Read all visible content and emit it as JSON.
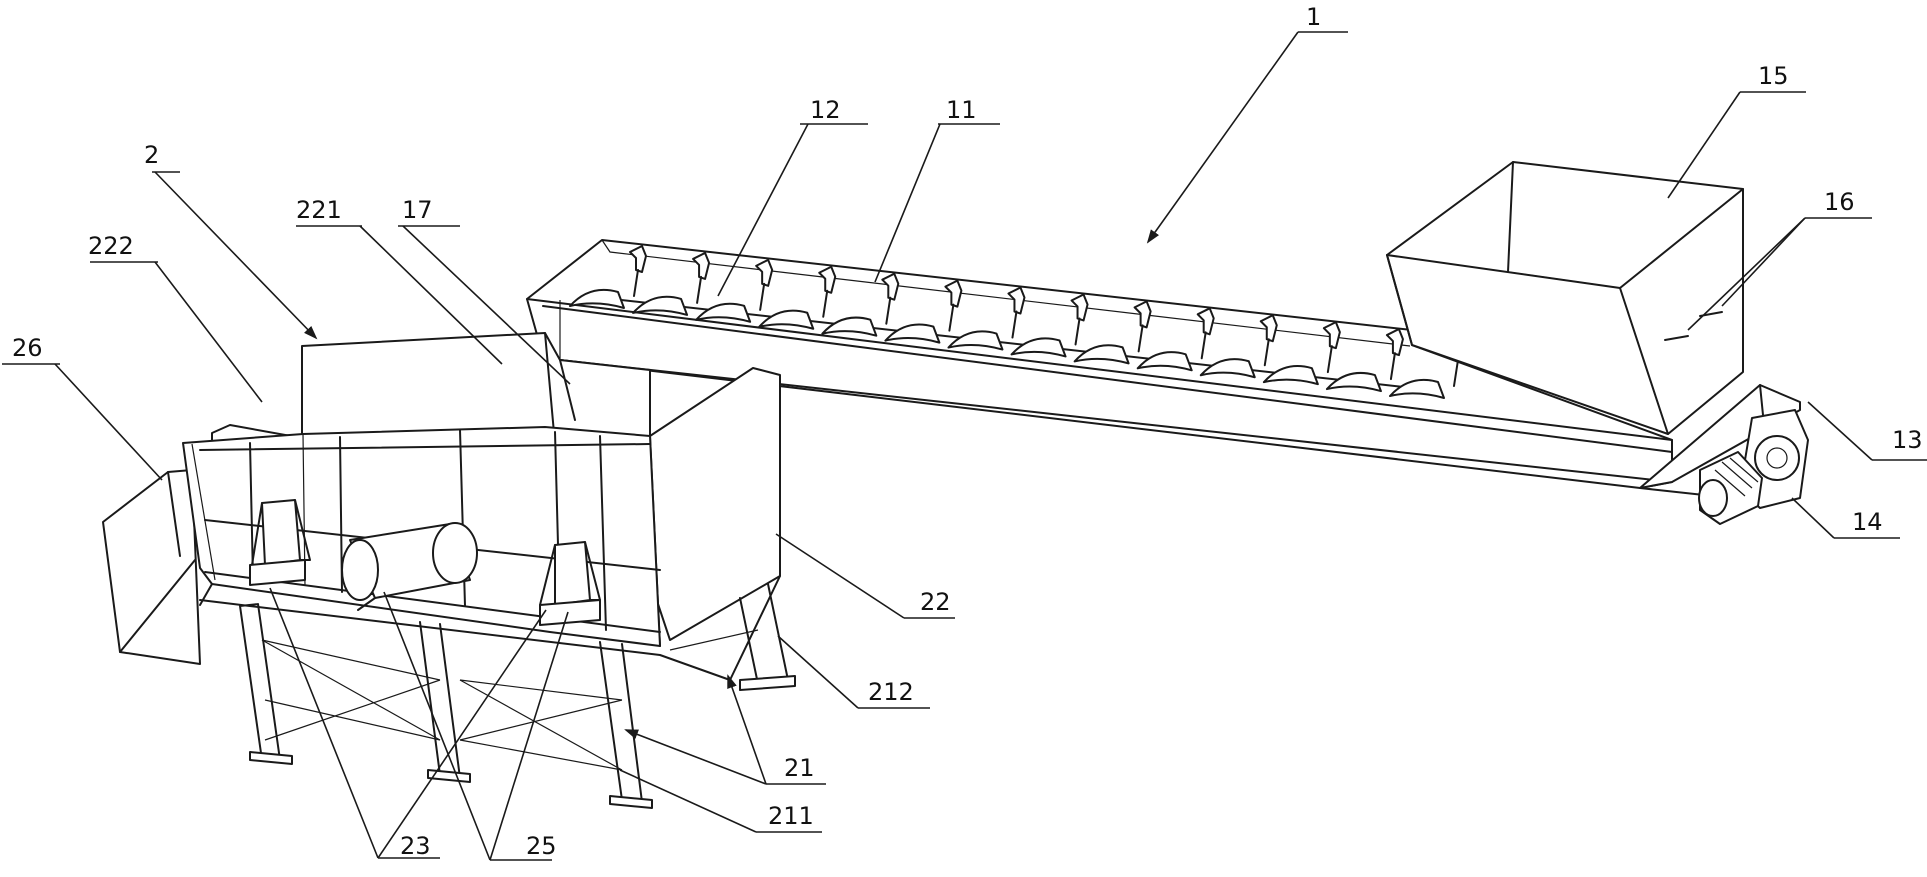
{
  "labels": {
    "l1": "1",
    "l2": "2",
    "l11": "11",
    "l12": "12",
    "l13": "13",
    "l14": "14",
    "l15": "15",
    "l16": "16",
    "l17": "17",
    "l21": "21",
    "l22": "22",
    "l23": "23",
    "l25": "25",
    "l26": "26",
    "l211": "211",
    "l212": "212",
    "l221": "221",
    "l222": "222"
  }
}
